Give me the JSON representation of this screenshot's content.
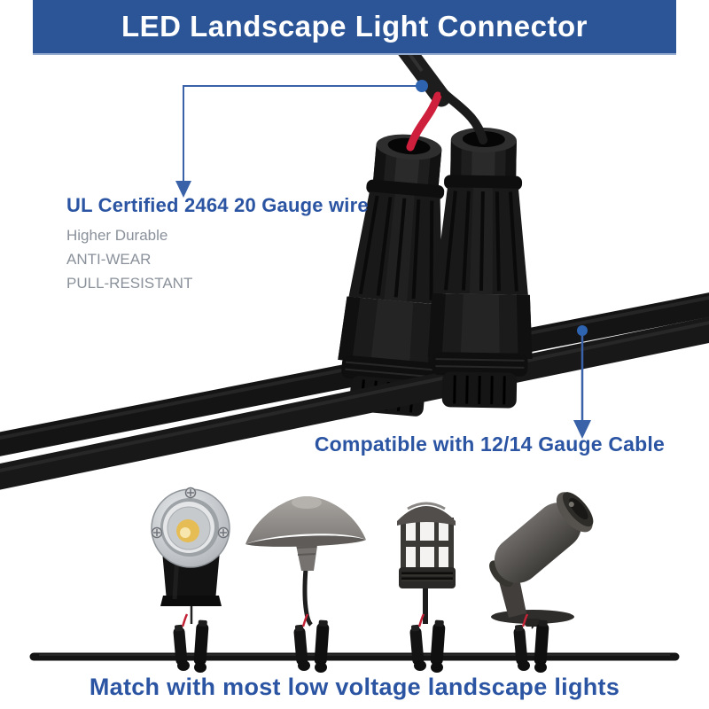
{
  "banner": {
    "title": "LED Landscape Light Connector",
    "bg_color": "#2B5597"
  },
  "callouts": {
    "wire": {
      "heading": "UL Certified 2464 20 Gauge wire",
      "lines": [
        "Higher Durable",
        "ANTI-WEAR",
        "PULL-RESISTANT"
      ]
    },
    "cable": {
      "label": "Compatible with 12/14 Gauge Cable"
    }
  },
  "footer": {
    "caption": "Match with most low voltage landscape lights"
  },
  "illustrations": {
    "product": "twin waterproof piercing connectors on landscape cable",
    "lights": [
      "in-ground well light",
      "mushroom path light",
      "lantern path light",
      "landscape spotlight"
    ]
  },
  "colors": {
    "accent_text": "#2B55A3",
    "muted_text": "#8A919B",
    "arrow": "#3A62A8",
    "wire_red": "#C8203A",
    "cable_black": "#151515"
  }
}
